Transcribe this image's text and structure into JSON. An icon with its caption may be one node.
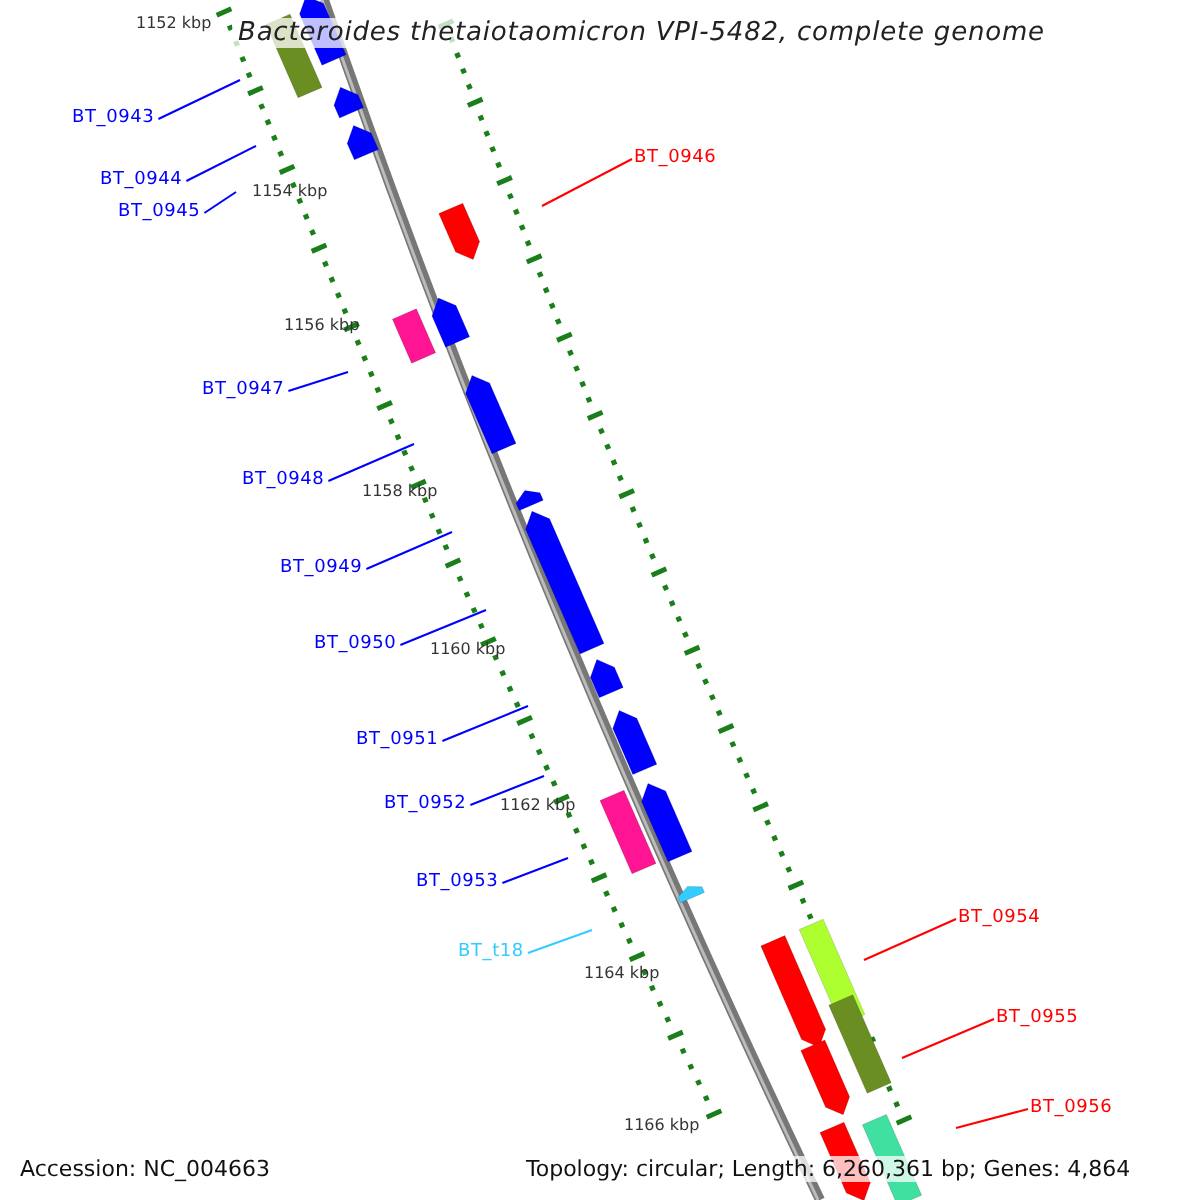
{
  "diagram": {
    "title": "Bacteroides thetaiotaomicron VPI-5482, complete genome",
    "nodes": [
      {
        "text": [
          "BT_0943"
        ]
      },
      {
        "text": [
          "BT_0946"
        ]
      },
      {
        "text": [
          "BT_0944"
        ]
      },
      {
        "text": [
          "BT_0945"
        ]
      },
      {
        "text": [
          "BT_0947"
        ]
      },
      {
        "text": [
          "BT_0948"
        ]
      },
      {
        "text": [
          "BT_0949"
        ]
      },
      {
        "text": [
          "BT_0950"
        ]
      },
      {
        "text": [
          "BT_0951"
        ]
      },
      {
        "text": [
          "BT_0952"
        ]
      },
      {
        "text": [
          "BT_0953"
        ]
      },
      {
        "text": [
          "BT_0954"
        ]
      },
      {
        "text": [
          "BT_t18"
        ]
      },
      {
        "text": [
          "BT_0955"
        ]
      },
      {
        "text": [
          "BT_0956"
        ]
      }
    ],
    "edges": [
      {
        "from": 0,
        "to": null,
        "arrow": "none"
      },
      {
        "from": 1,
        "to": null,
        "arrow": "none",
        "color": "#ff0000"
      },
      {
        "from": 2,
        "to": null,
        "arrow": "none"
      },
      {
        "from": 3,
        "to": null,
        "arrow": "none"
      },
      {
        "from": 4,
        "to": null,
        "arrow": "none"
      },
      {
        "from": 5,
        "to": null,
        "arrow": "none"
      },
      {
        "from": 6,
        "to": null,
        "arrow": "none"
      },
      {
        "from": 7,
        "to": null,
        "arrow": "none"
      },
      {
        "from": 8,
        "to": null,
        "arrow": "none"
      },
      {
        "from": 9,
        "to": null,
        "arrow": "none"
      },
      {
        "from": 10,
        "to": null,
        "arrow": "none"
      },
      {
        "from": 11,
        "to": null,
        "arrow": "none",
        "color": "#ff0000"
      },
      {
        "from": 12,
        "to": null,
        "arrow": "none",
        "color": "#33ccff"
      },
      {
        "from": 13,
        "to": null,
        "arrow": "none",
        "color": "#ff0000"
      },
      {
        "from": 14,
        "to": null,
        "arrow": "none",
        "color": "#ff0000"
      }
    ],
    "labels": [
      "1152 kbp",
      "1154 kbp",
      "1156 kbp",
      "1158 kbp",
      "1160 kbp",
      "1162 kbp",
      "1164 kbp",
      "1166 kbp",
      "Accession: NC_004663",
      "Topology: circular; Length: 6,260,361 bp; Genes: 4,864"
    ]
  }
}
